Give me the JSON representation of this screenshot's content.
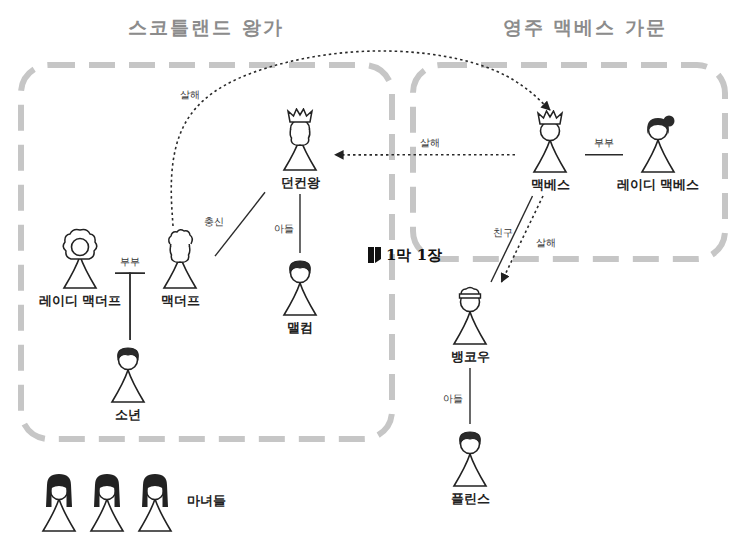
{
  "diagram": {
    "nodes": [
      {
        "text": [
          "스코틀랜드 왕가"
        ]
      },
      {
        "text": [
          "영주 맥베스 가문"
        ]
      },
      {
        "text": [
          "던컨왕"
        ],
        "in": 0
      },
      {
        "text": [
          "맥베스"
        ],
        "in": 1
      },
      {
        "text": [
          "레이디 맥베스"
        ],
        "in": 1
      },
      {
        "text": [
          "레이디 맥더프"
        ],
        "in": 0
      },
      {
        "text": [
          "맥더프"
        ],
        "in": 0
      },
      {
        "text": [
          "맬컴"
        ],
        "in": 0
      },
      {
        "text": [
          "뱅코우"
        ]
      },
      {
        "text": [
          "소년"
        ],
        "in": 0
      },
      {
        "text": [
          "플린스"
        ]
      },
      {
        "text": [
          "마녀들"
        ]
      }
    ],
    "edges": [
      {
        "from": 3,
        "to": 2,
        "arrow": "to",
        "label": "살해"
      },
      {
        "from": 6,
        "to": 3,
        "arrow": "to",
        "label": "살해"
      },
      {
        "from": 3,
        "to": 4,
        "arrow": "none",
        "label": "부부"
      },
      {
        "from": 6,
        "to": 2,
        "arrow": "none",
        "label": "충신"
      },
      {
        "from": 2,
        "to": 7,
        "arrow": "none",
        "label": "아들"
      },
      {
        "from": 3,
        "to": 8,
        "arrow": "none",
        "label": "친구"
      },
      {
        "from": 3,
        "to": 8,
        "arrow": "to",
        "label": "살해"
      },
      {
        "from": 5,
        "to": 6,
        "arrow": "none",
        "label": "부부"
      },
      {
        "from": 5,
        "to": 9,
        "arrow": "none"
      },
      {
        "from": 6,
        "to": 9,
        "arrow": "none"
      },
      {
        "from": 8,
        "to": 10,
        "arrow": "none",
        "label": "아들"
      }
    ],
    "labels": [
      "1막 1장"
    ]
  }
}
